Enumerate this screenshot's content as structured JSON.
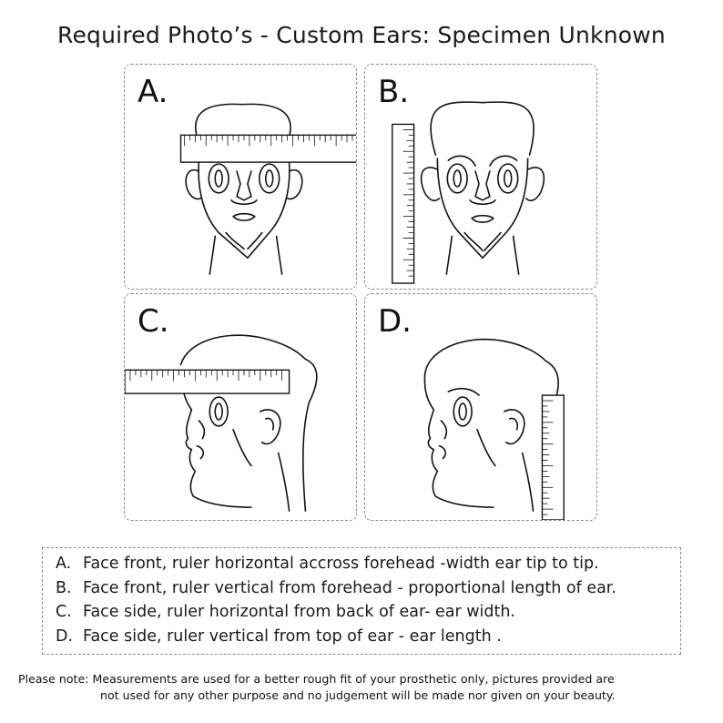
{
  "title": "Required Photo’s - Custom Ears: Specimen Unknown",
  "panels": [
    {
      "letter": "A."
    },
    {
      "letter": "B."
    },
    {
      "letter": "C."
    },
    {
      "letter": "D."
    }
  ],
  "instructions": [
    {
      "letter": "A.",
      "text": "Face front, ruler horizontal accross forehead -width ear tip to tip."
    },
    {
      "letter": "B.",
      "text": "Face front, ruler vertical from forehead - proportional length of ear."
    },
    {
      "letter": "C.",
      "text": "Face side, ruler horizontal from back of ear- ear width."
    },
    {
      "letter": "D.",
      "text": "Face side, ruler vertical from top of ear - ear length ."
    }
  ],
  "note": {
    "line1": "Please note: Measurements are used for a better rough fit of your prosthetic only, pictures provided are",
    "line2": "not used for any other purpose and no judgement will be made nor given on your beauty."
  }
}
